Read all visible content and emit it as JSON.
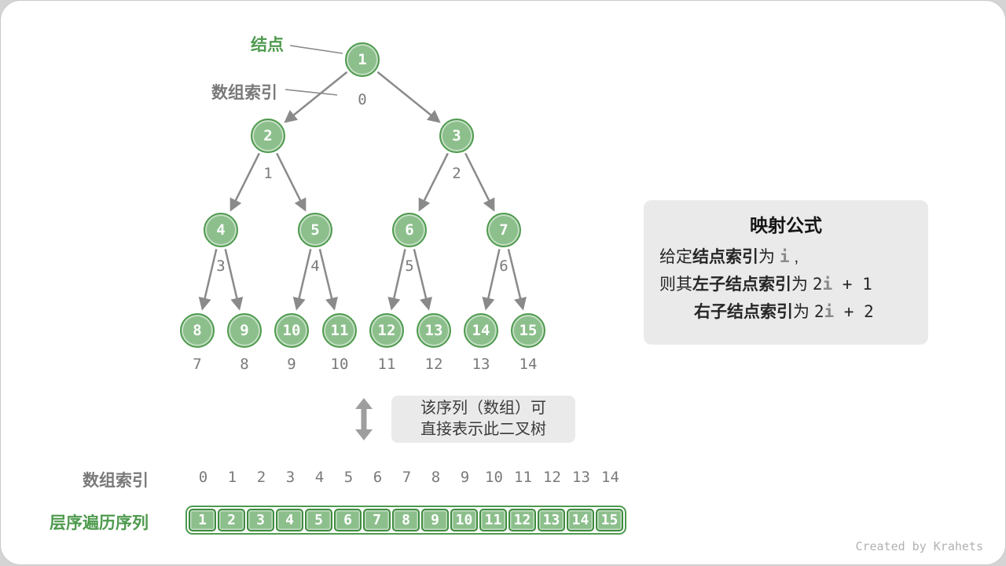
{
  "pointers": {
    "node": "结点",
    "array_index": "数组索引"
  },
  "tree": {
    "values": [
      1,
      2,
      3,
      4,
      5,
      6,
      7,
      8,
      9,
      10,
      11,
      12,
      13,
      14,
      15
    ],
    "indices": [
      0,
      1,
      2,
      3,
      4,
      5,
      6,
      7,
      8,
      9,
      10,
      11,
      12,
      13,
      14
    ]
  },
  "formula": {
    "title": "映射公式",
    "lines": [
      {
        "segments": [
          [
            "给定",
            "n"
          ],
          [
            "结点索引",
            "b"
          ],
          [
            "为 ",
            "n"
          ],
          [
            "i",
            "v"
          ],
          [
            " ,",
            "n"
          ]
        ]
      },
      {
        "segments": [
          [
            "则其",
            "n"
          ],
          [
            "左子结点索引",
            "b"
          ],
          [
            "为 ",
            "n"
          ],
          [
            "2",
            "m"
          ],
          [
            "i",
            "v"
          ],
          [
            " + 1",
            "m"
          ]
        ]
      },
      {
        "segments": [
          [
            "右子结点索引",
            "b"
          ],
          [
            "为 ",
            "n"
          ],
          [
            "2",
            "m"
          ],
          [
            "i",
            "v"
          ],
          [
            " + 2",
            "m"
          ]
        ]
      }
    ]
  },
  "note": {
    "line1": "该序列（数组）可",
    "line2": "直接表示此二叉树"
  },
  "bottom": {
    "index_label": "数组索引",
    "sequence_label": "层序遍历序列",
    "indices": [
      0,
      1,
      2,
      3,
      4,
      5,
      6,
      7,
      8,
      9,
      10,
      11,
      12,
      13,
      14
    ],
    "values": [
      1,
      2,
      3,
      4,
      5,
      6,
      7,
      8,
      9,
      10,
      11,
      12,
      13,
      14,
      15
    ]
  },
  "colors": {
    "node_fill": "#8cbf8c",
    "node_border": "#4e9a4e",
    "cell_border": "#3f8c3f",
    "arrow": "#8a8a8a",
    "arrow_bold": "#9e9e9e",
    "muted_text": "#7a7a7a",
    "green_accent": "#4e9a4e",
    "panel_bg": "#eaeaea"
  },
  "watermark": "Created by Krahets"
}
